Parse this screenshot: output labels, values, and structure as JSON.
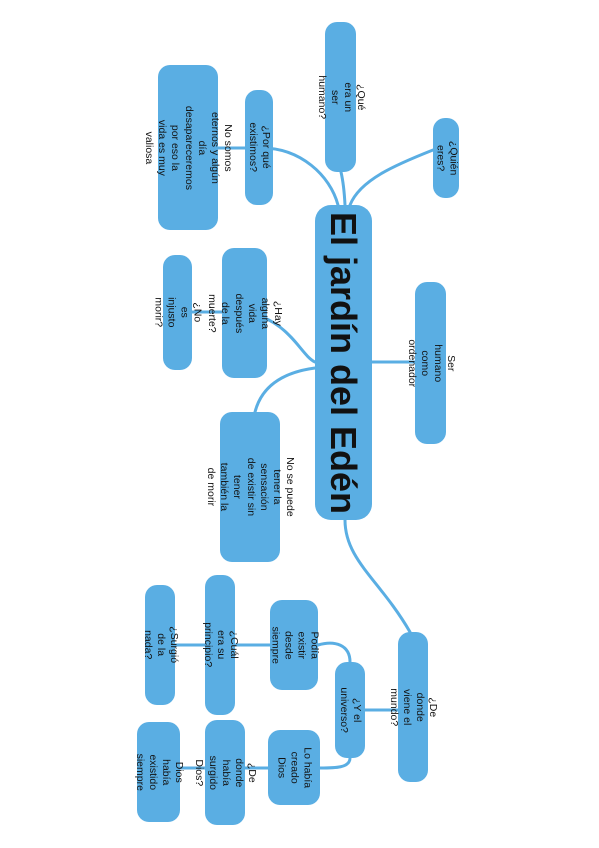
{
  "colors": {
    "node": "#5aaee3",
    "link": "#5aaee3",
    "text": "#111111",
    "background": "#ffffff"
  },
  "central": {
    "title": "El jardín del Edén"
  },
  "nodes": {
    "que_era": "¿Qué era un ser humano?",
    "quien_eres": "¿Quién eres?",
    "por_que": "¿Por qué existimos?",
    "no_somos": "No somos eternos y algún día\ndesapareceremos por eso la\nvida es muy valiosa",
    "ser_humano_ordenador": "Ser humano como ordenador",
    "hay_vida": "¿Hay alguna vida\ndespués de la muerte?",
    "injusto": "¿No es injusto morir?",
    "no_se_puede": "No se puede tener la\nsensación de existir sin\ntener también la de morir",
    "de_donde_mundo": "¿De donde viene el mundo?",
    "universo": "¿Y el universo?",
    "podia_existir": "Podía existir\ndesde siempre",
    "principio": "¿Cuál era su principio?",
    "surgio_nada": "¿Surgió de la nada?",
    "lo_habia": "Lo había\ncreado Dios",
    "surgido_dios": "¿De donde había\nsurgido Dios?",
    "dios_habia": "Dios había\nexistido siempre"
  }
}
